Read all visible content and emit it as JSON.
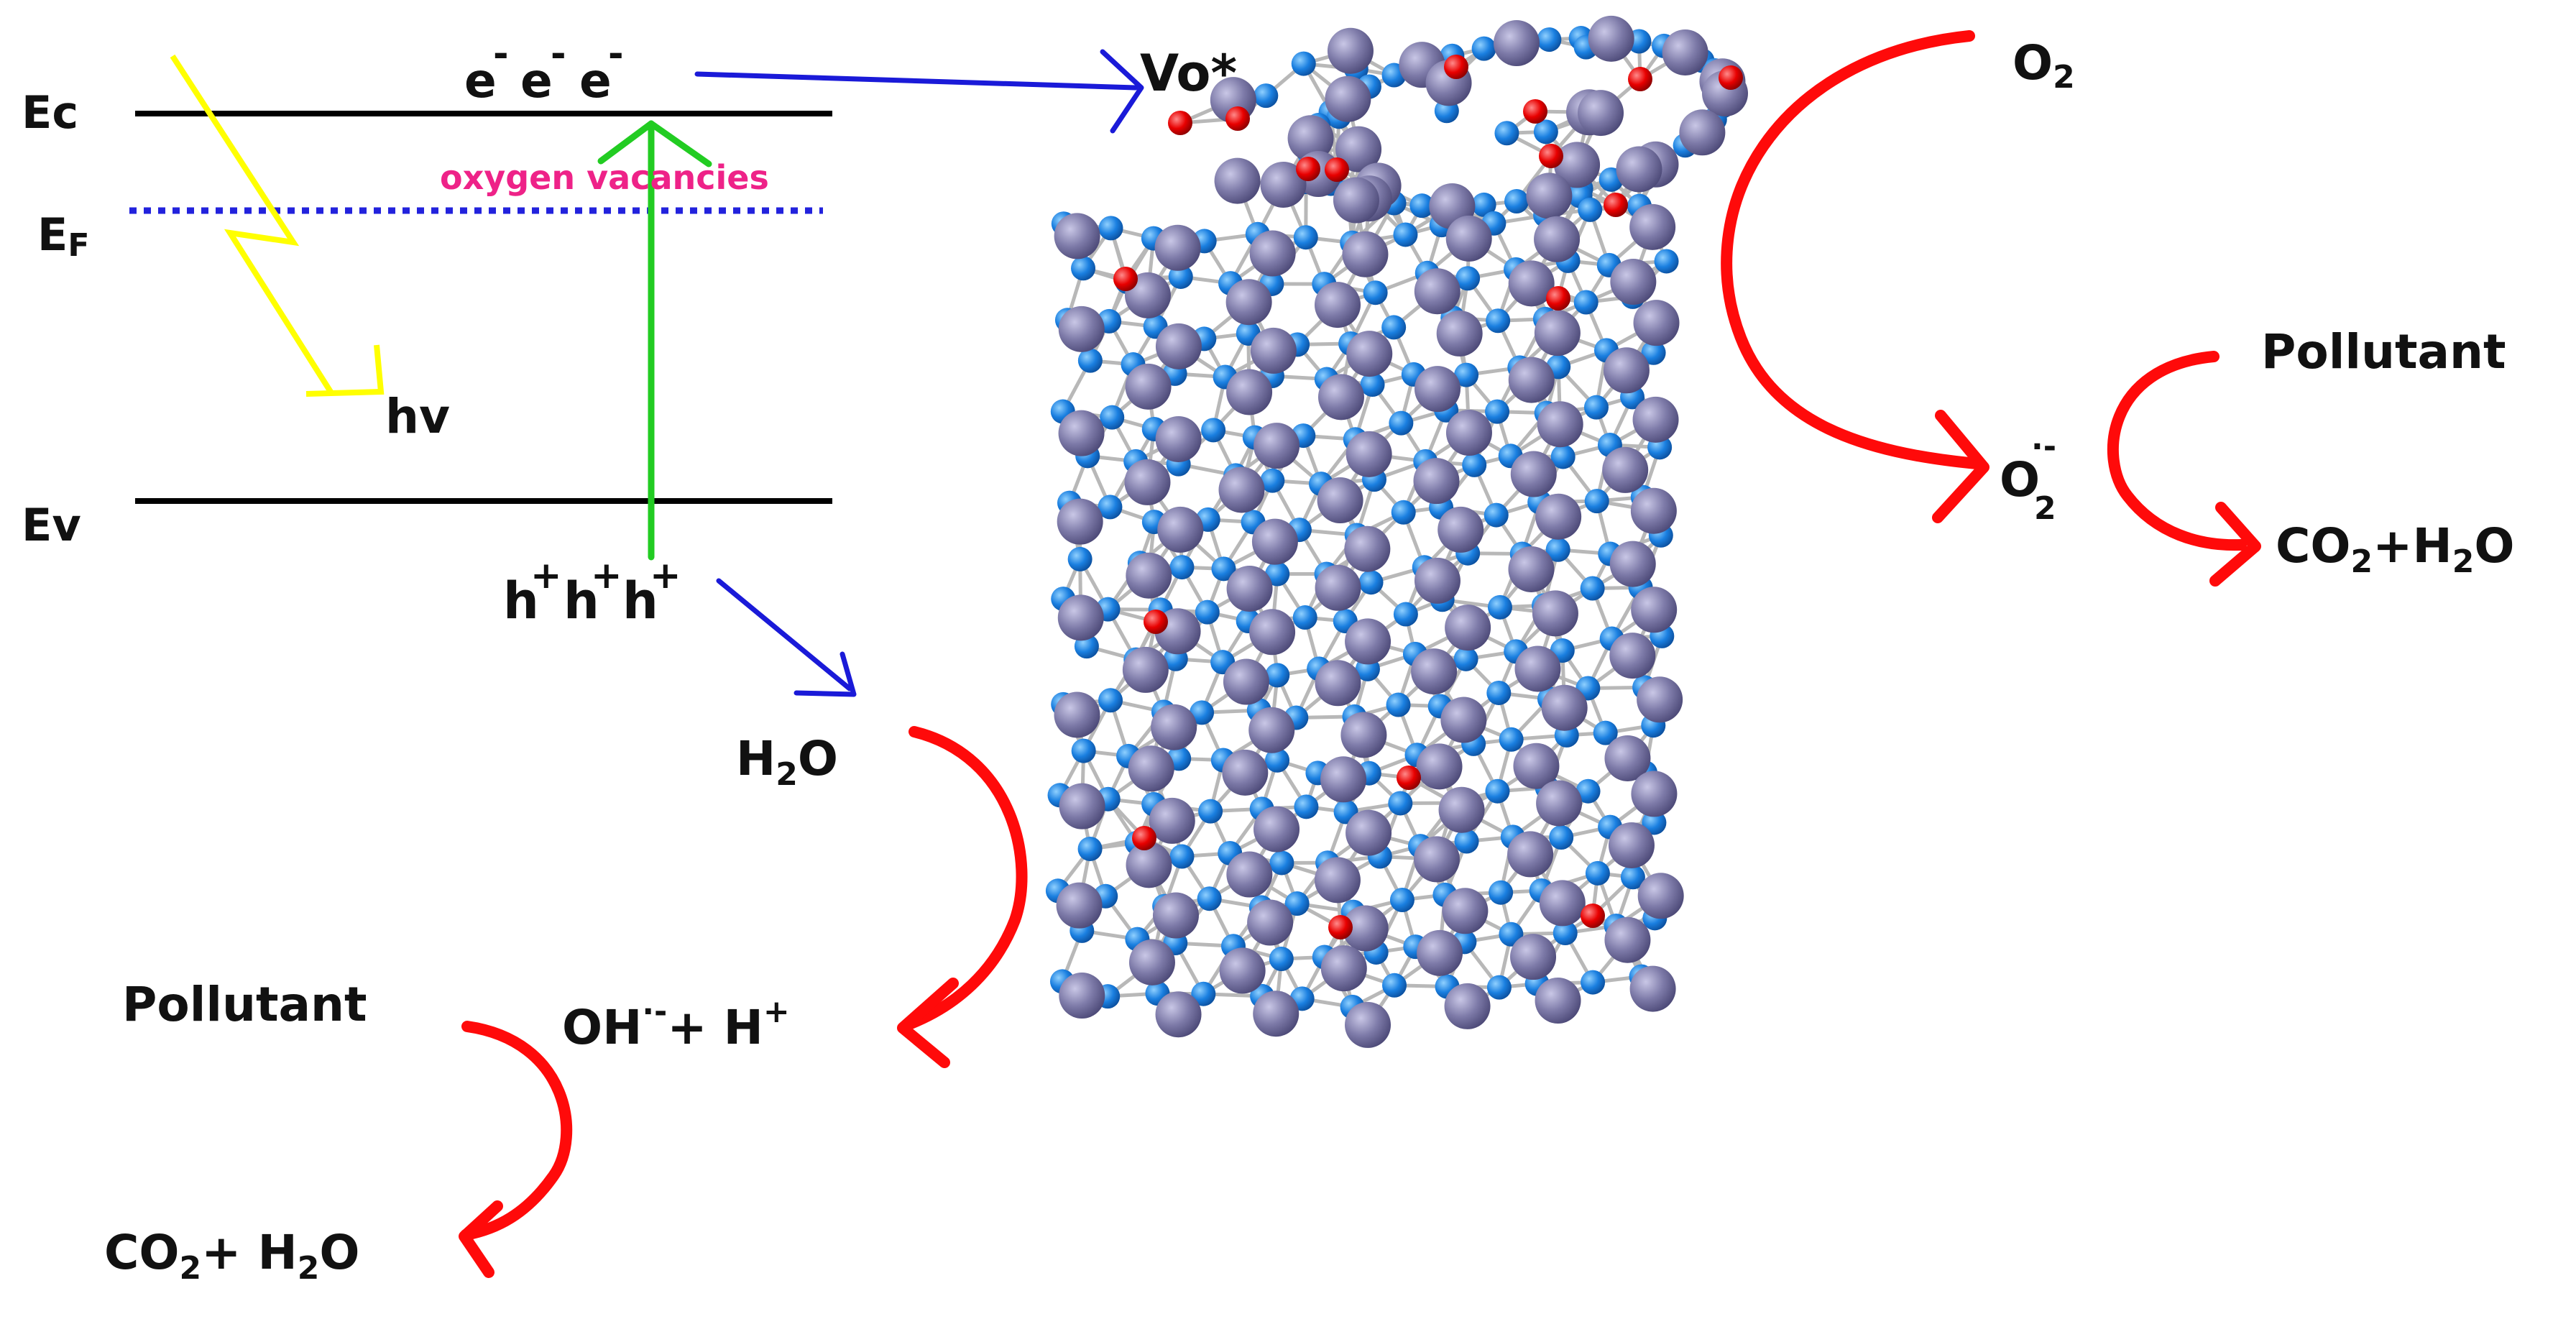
{
  "colors": {
    "band": "#000000",
    "fermi": "#2222dd",
    "lightning": "#ffff00",
    "excitation": "#22cc22",
    "transfer": "#1a1ad8",
    "reaction": "#ff0a0a",
    "vacancy_label": "#ee2288",
    "atom_large": "#7d7aa8",
    "atom_small": "#1a7fe0",
    "atom_oxygen": "#e80000",
    "bond": "#b8b8b8"
  },
  "band_diagram": {
    "ec": "Ec",
    "ef_main": "E",
    "ef_sub": "F",
    "ev": "Ev",
    "electrons": [
      "e",
      "e",
      "e"
    ],
    "electron_charge": "-",
    "holes": [
      "h",
      "h",
      "h"
    ],
    "hole_charge": "+",
    "vacancy_label": "oxygen vacancies",
    "photon": "hv"
  },
  "labels": {
    "vo": "Vo*",
    "o2": {
      "main": "O",
      "sub": "2"
    },
    "superoxide": {
      "main": "O",
      "sub": "2",
      "sup": "·-"
    },
    "pollutant_right": "Pollutant",
    "product_right": {
      "a": "CO",
      "a_sub": "2",
      "b": "+H",
      "b_sub": "2",
      "c": "O"
    },
    "water": {
      "a": "H",
      "a_sub": "2",
      "b": "O"
    },
    "hydroxyl": {
      "a": "OH",
      "a_sup": "·-",
      "b": "+ H",
      "b_sup": "+"
    },
    "pollutant_left": "Pollutant",
    "product_left": {
      "a": "CO",
      "a_sub": "2",
      "b": "+ H",
      "b_sub": "2",
      "c": "O"
    }
  },
  "structure": {
    "type": "nanotube-lattice"
  }
}
